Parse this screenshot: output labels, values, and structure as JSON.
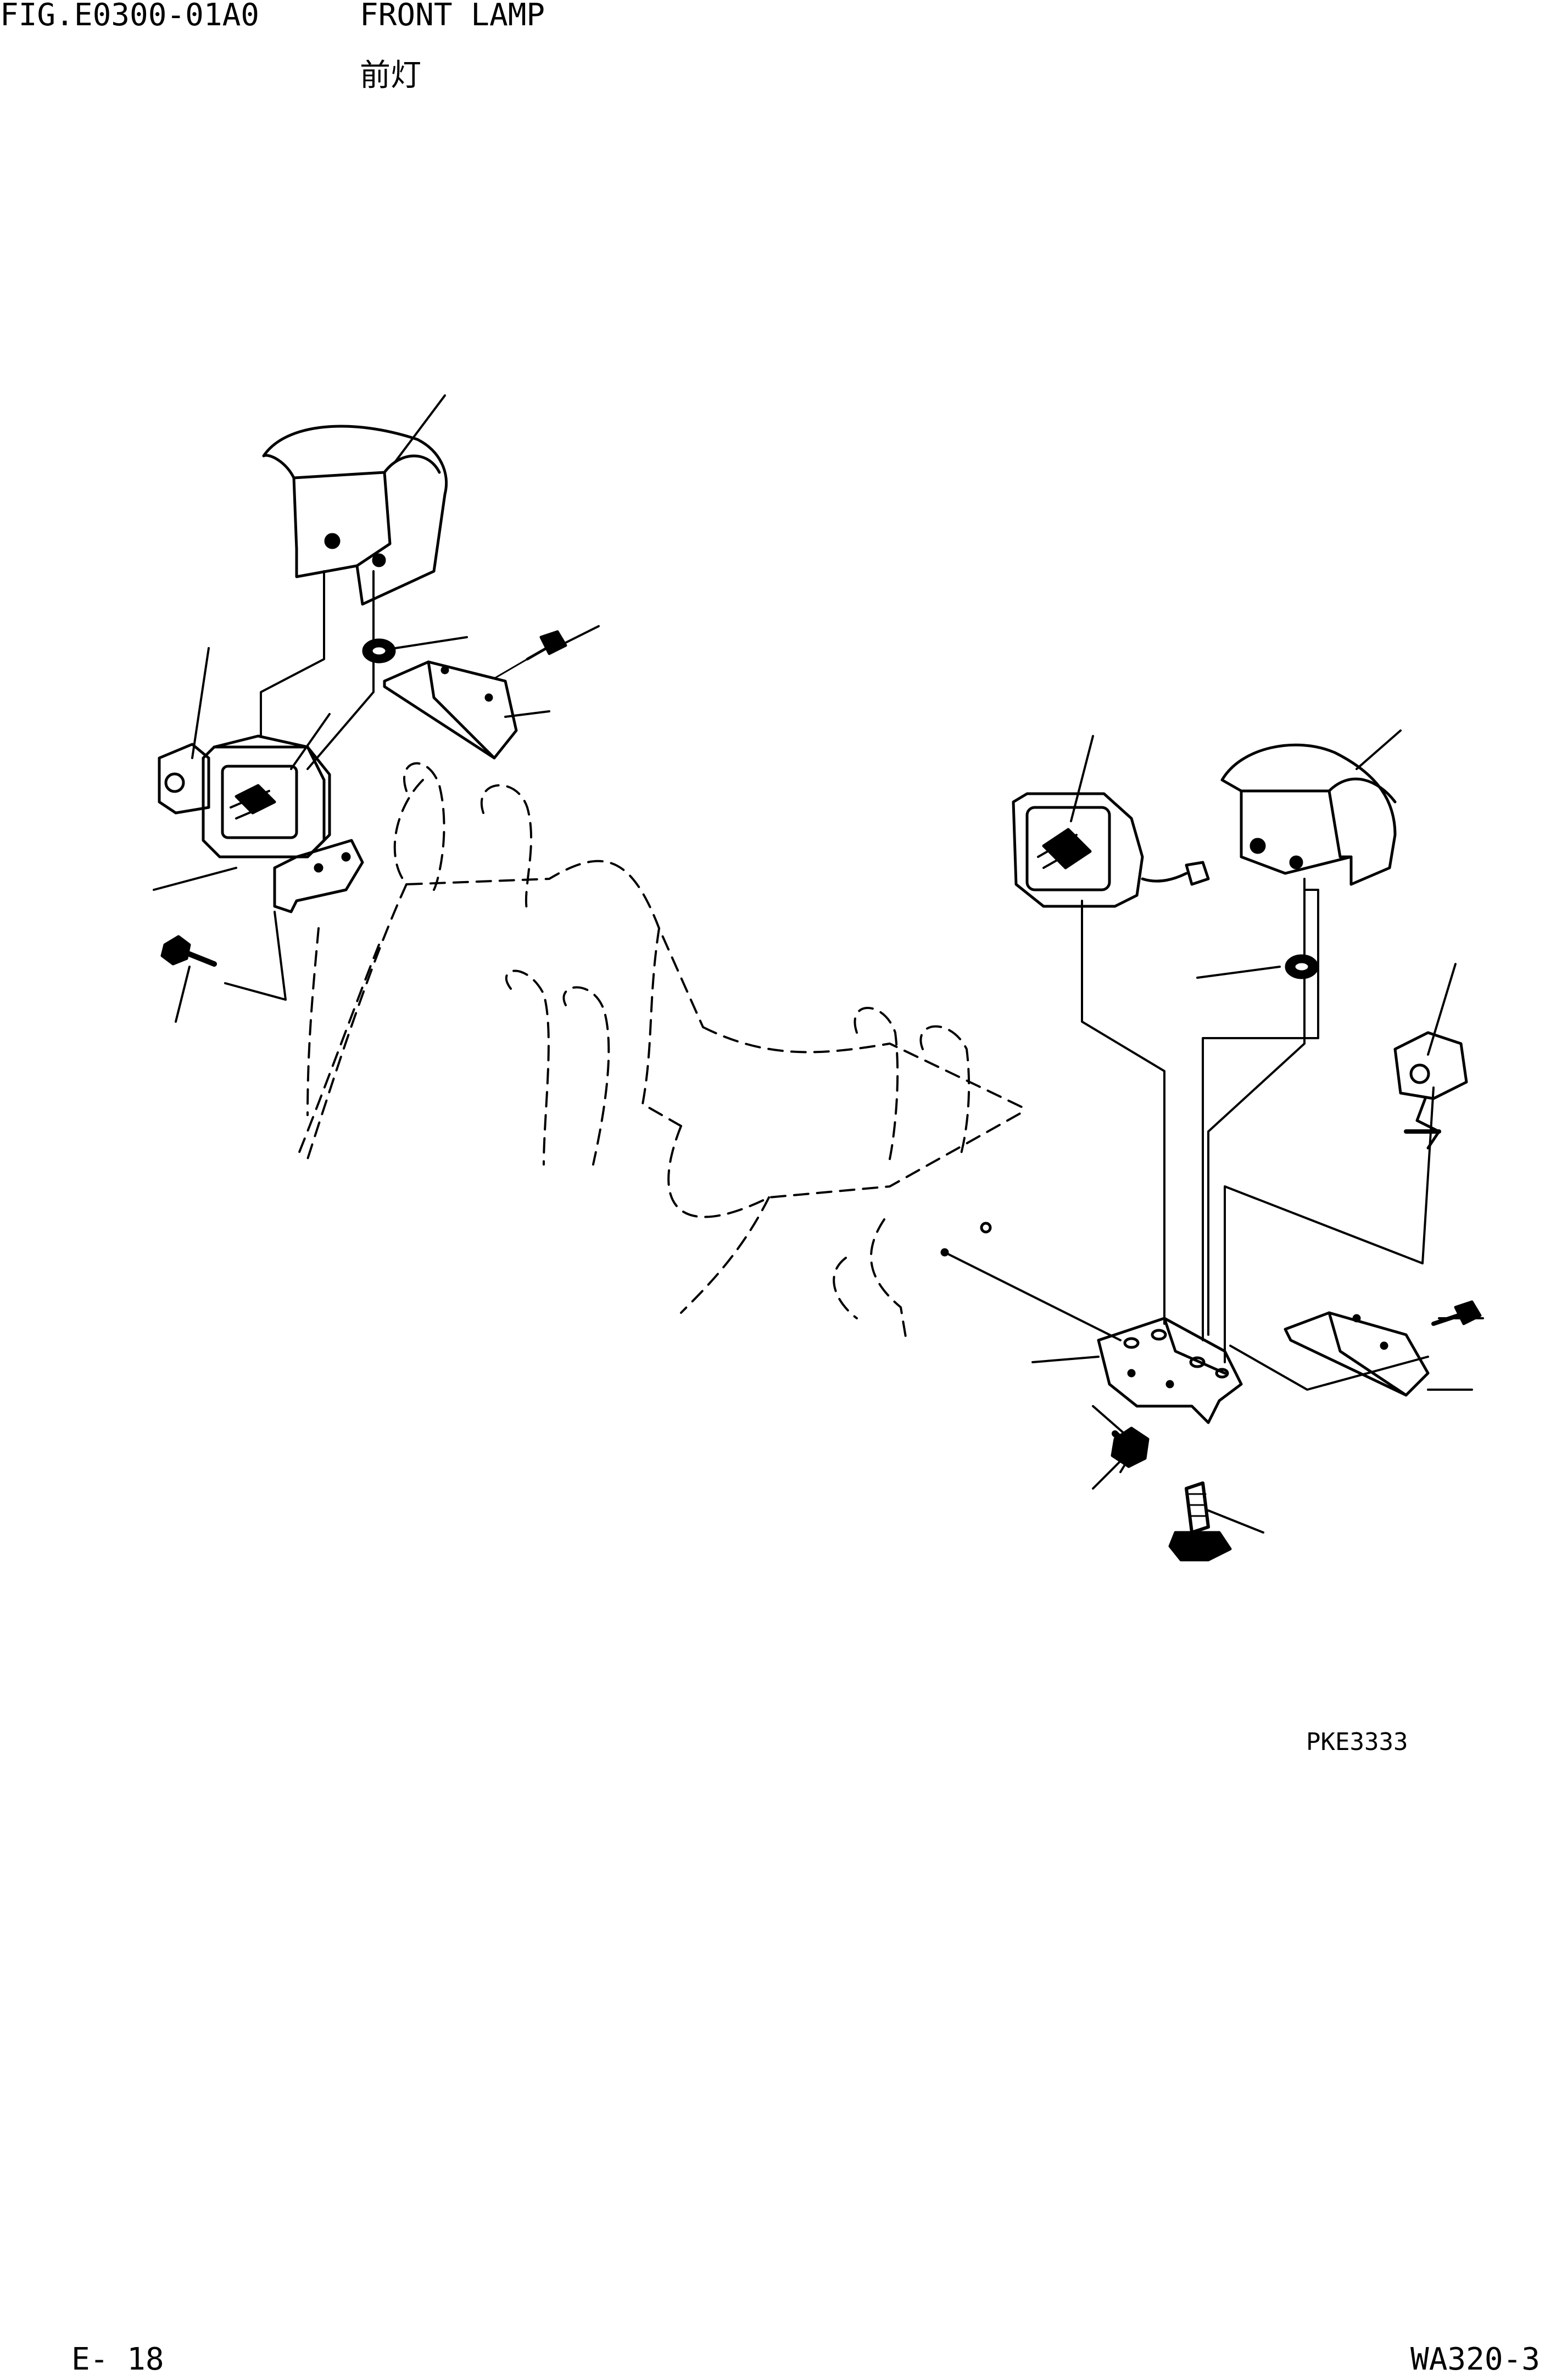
{
  "header": {
    "figure_code": "FIG.E0300-01A0",
    "title_en": "FRONT LAMP",
    "title_cn": "前灯"
  },
  "diagram": {
    "drawing_code": "PKE3333",
    "parts": [
      "left-lamp-cover",
      "left-grommet",
      "left-bracket-bolt",
      "left-stay",
      "left-side-lamp",
      "left-front-lamp",
      "left-lamp-bracket",
      "left-mount-bolt",
      "right-front-lamp",
      "right-lamp-cover",
      "right-grommet",
      "right-side-lamp",
      "right-stay",
      "right-stay-bolt",
      "right-lamp-bracket",
      "right-mount-bolt",
      "right-flange-bolt"
    ]
  },
  "footer": {
    "page_number": "E- 18",
    "model": "WA320-3"
  }
}
